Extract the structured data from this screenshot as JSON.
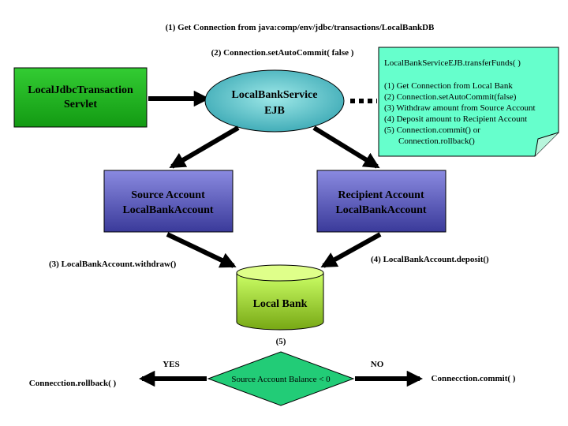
{
  "labels": {
    "step1": "(1) Get Connection from java:comp/env/jdbc/transactions/LocalBankDB",
    "step2": "(2) Connection.setAutoCommit( false )",
    "step3": "(3) LocalBankAccount.withdraw()",
    "step4": "(4) LocalBankAccount.deposit()",
    "step5": "(5)",
    "yes": "YES",
    "no": "NO",
    "rollback": "Connecction.rollback( )",
    "commit": "Connecction.commit( )"
  },
  "nodes": {
    "servlet": {
      "line1": "LocalJdbcTransaction",
      "line2": "Servlet"
    },
    "ejb": {
      "line1": "LocalBankService",
      "line2": "EJB"
    },
    "source": {
      "line1": "Source Account",
      "line2": "LocalBankAccount"
    },
    "recipient": {
      "line1": "Recipient Account",
      "line2": "LocalBankAccount"
    },
    "bank": {
      "label": "Local Bank"
    },
    "decision": {
      "label": "Source Account Balance < 0"
    }
  },
  "note": {
    "title": "LocalBankServiceEJB.transferFunds( )",
    "lines": [
      "(1) Get Connection from Local Bank",
      "(2) Connection.setAutoCommit(false)",
      "(3) Withdraw amount from Source Account",
      "(4) Deposit amount to Recipient Account",
      "(5) Connection.commit() or",
      "       Connection.rollback()"
    ]
  },
  "colors": {
    "servlet_top": "#33cc33",
    "servlet_bottom": "#139a13",
    "ejb_fill": "#66cccc",
    "account_top": "#8a8ae0",
    "account_bottom": "#3a3a9a",
    "bank_top": "#ccff66",
    "bank_bottom": "#77a814",
    "decision_fill": "#22cc77",
    "note_fill": "#66ffcc"
  }
}
